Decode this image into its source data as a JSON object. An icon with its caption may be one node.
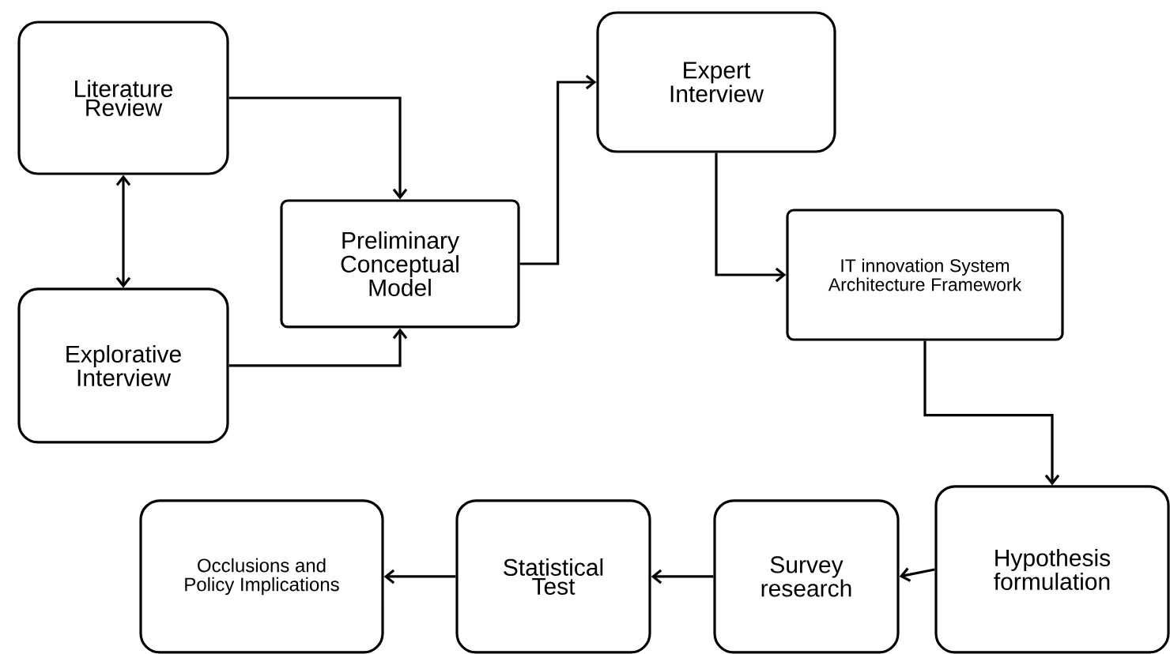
{
  "diagram": {
    "nodes": [
      {
        "text": [
          "Literature Review"
        ]
      },
      {
        "text": [
          "Explorative Interview"
        ]
      },
      {
        "text": [
          "Preliminary Conceptual Model"
        ]
      },
      {
        "text": [
          "Expert Interview"
        ]
      },
      {
        "text": [
          "IT innovation System Architecture Framework"
        ]
      },
      {
        "text": [
          "Hypothesis formulation"
        ]
      },
      {
        "text": [
          "Survey research"
        ]
      },
      {
        "text": [
          "Statistical Test"
        ]
      },
      {
        "text": [
          "Occlusions and Policy Implications"
        ]
      }
    ],
    "edges": [
      {
        "from": 0,
        "to": 1,
        "arrow": "both"
      },
      {
        "from": 0,
        "to": 2,
        "arrow": "to"
      },
      {
        "from": 1,
        "to": 2,
        "arrow": "to"
      },
      {
        "from": 2,
        "to": 3,
        "arrow": "to"
      },
      {
        "from": 3,
        "to": 4,
        "arrow": "to"
      },
      {
        "from": 4,
        "to": 5,
        "arrow": "to"
      },
      {
        "from": 5,
        "to": 6,
        "arrow": "to"
      },
      {
        "from": 6,
        "to": 7,
        "arrow": "to"
      },
      {
        "from": 7,
        "to": 8,
        "arrow": "to"
      }
    ]
  }
}
